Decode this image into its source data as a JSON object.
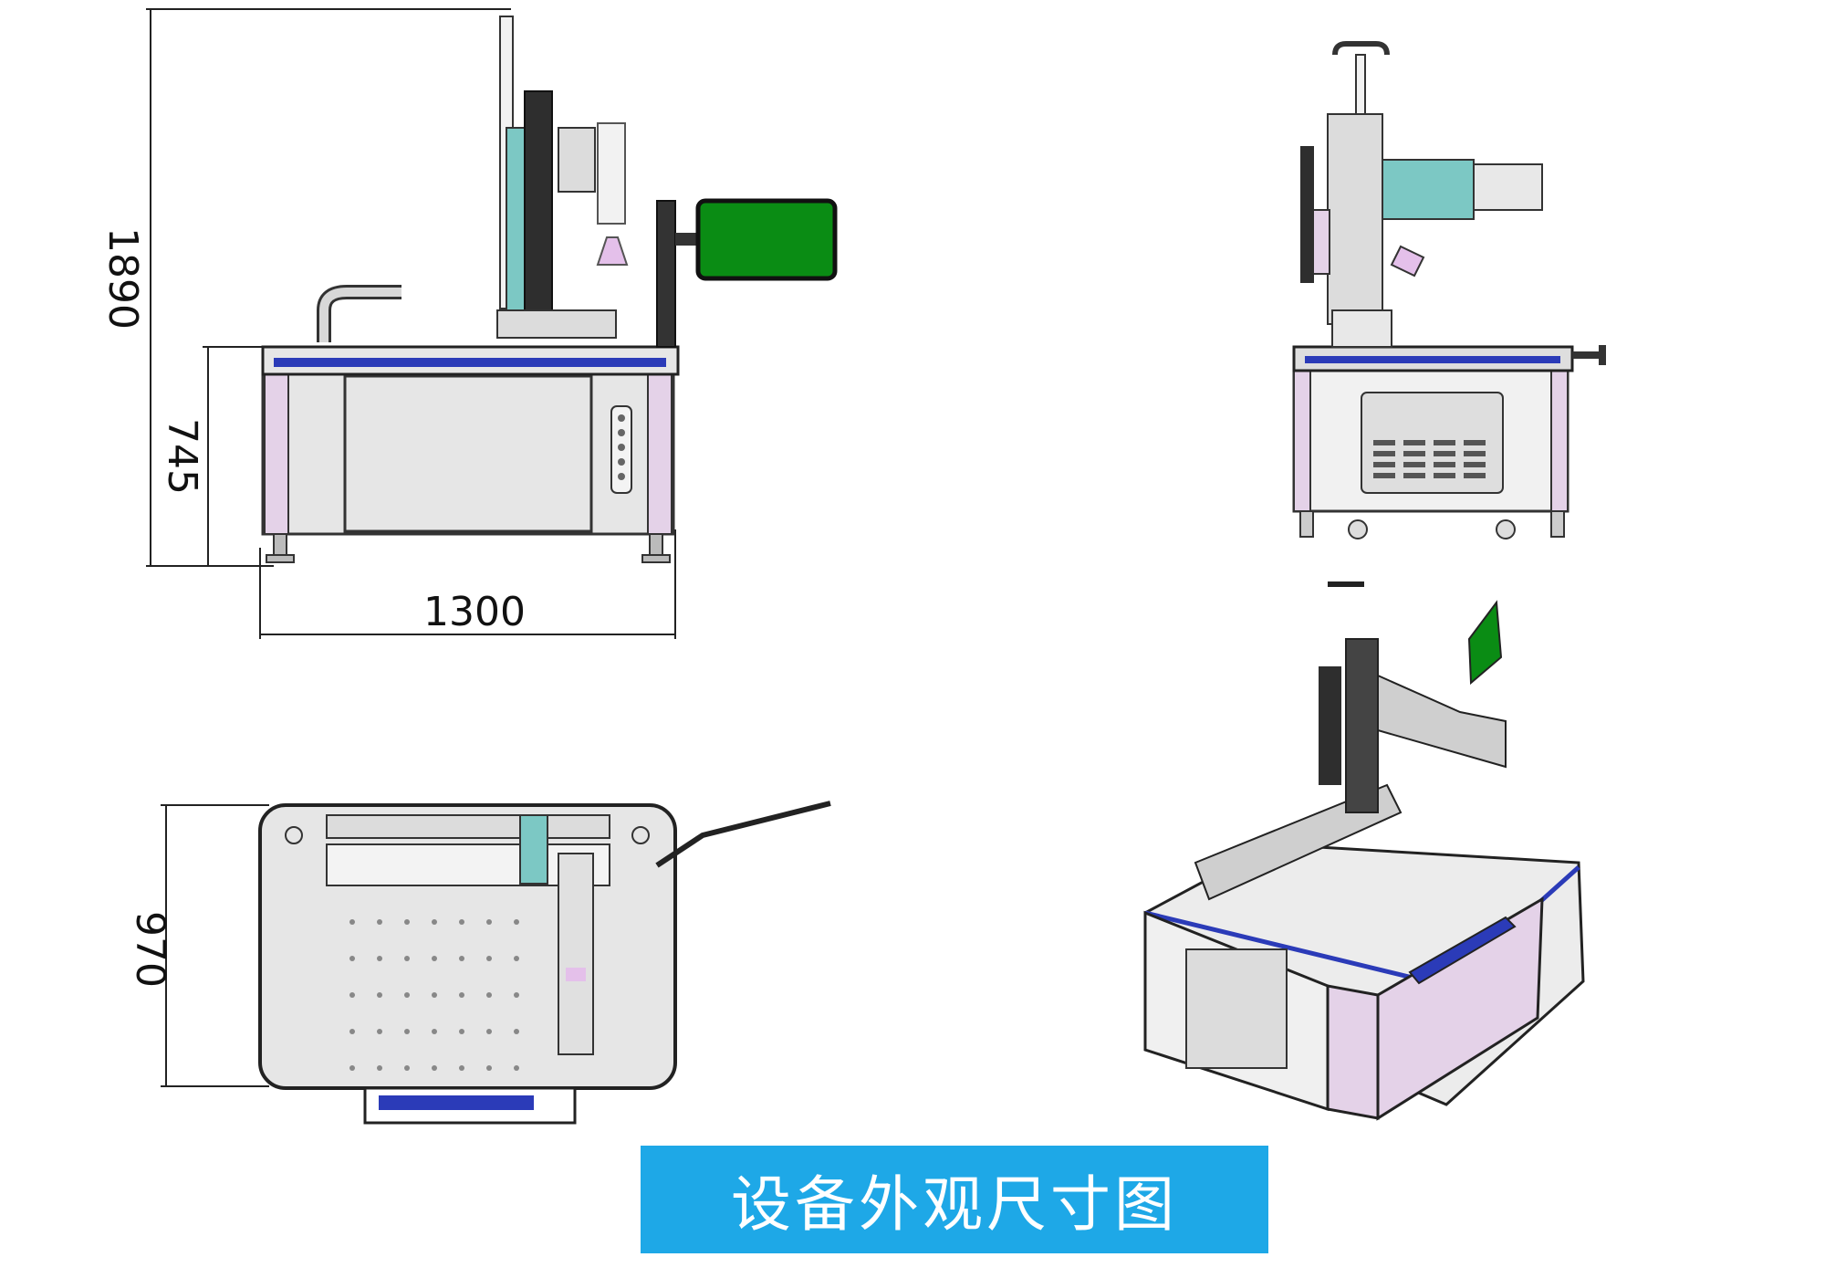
{
  "dimensions": {
    "height_total": "1890",
    "height_table": "745",
    "width": "1300",
    "depth": "970"
  },
  "caption": "设备外观尺寸图",
  "colors": {
    "caption_bg": "#1ea8e7",
    "screen_green": "#0a8c14",
    "panel_gray": "#e6e6e6",
    "accent_blue": "#2b3bb8",
    "teal": "#7cc8c4",
    "lavender": "#e4d2e8"
  },
  "views": [
    "front-view",
    "side-view",
    "top-view",
    "isometric-view"
  ]
}
